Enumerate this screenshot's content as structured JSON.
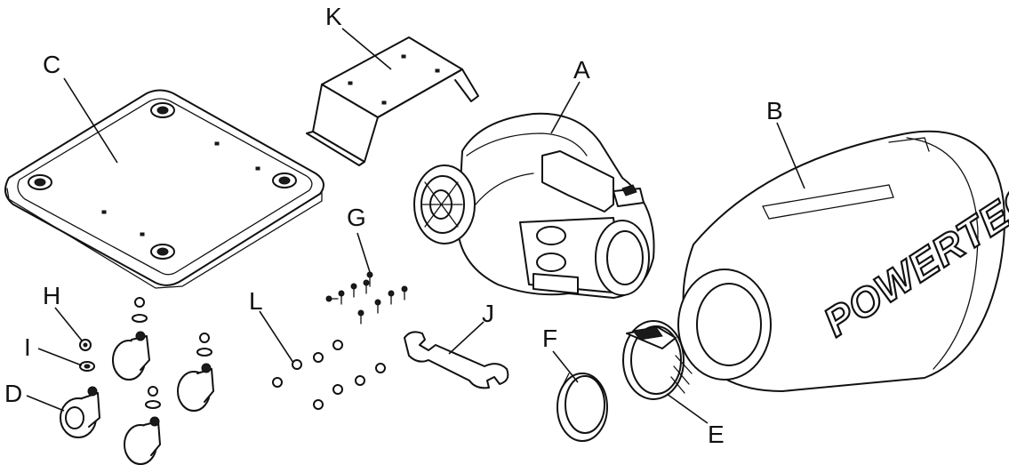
{
  "labels": {
    "A": "A",
    "B": "B",
    "C": "C",
    "D": "D",
    "E": "E",
    "F": "F",
    "G": "G",
    "H": "H",
    "I": "I",
    "J": "J",
    "K": "K",
    "L": "L"
  },
  "brand": "POWERTEC.",
  "colors": {
    "line": "#111111",
    "background": "#ffffff"
  }
}
